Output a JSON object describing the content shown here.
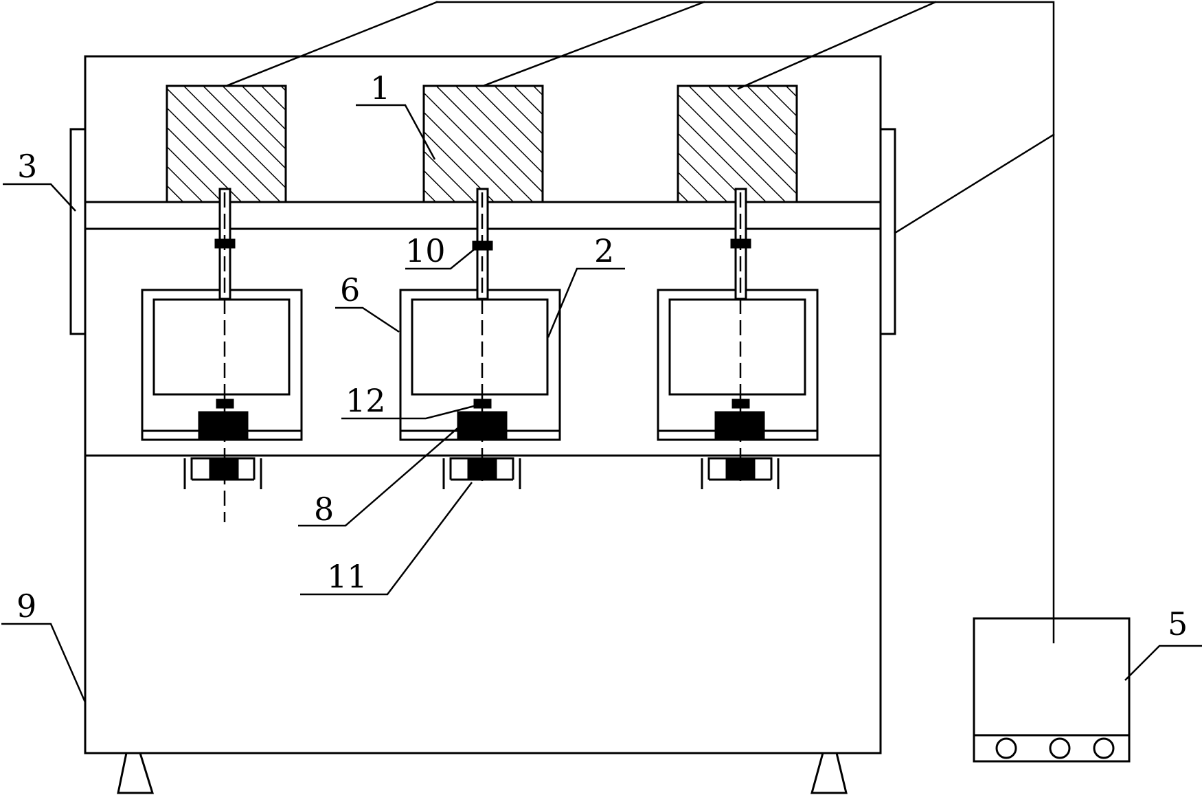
{
  "diagram": {
    "stroke_color": "#000000",
    "background": "#ffffff",
    "labels": {
      "motor": "1",
      "spindle_assembly": "2",
      "side_mount": "3",
      "control_box": "5",
      "work_chamber": "6",
      "lower_holder": "8",
      "frame": "9",
      "upper_coupling": "10",
      "bearing_seat": "11",
      "lower_coupling": "12"
    }
  }
}
